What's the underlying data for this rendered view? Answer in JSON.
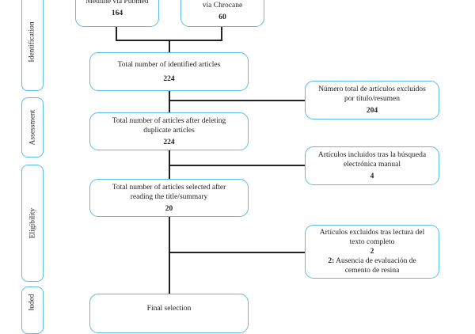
{
  "stages": {
    "identification": "Identification",
    "assessment": "Assessment",
    "eligibility": "Eligibility",
    "included": "luded"
  },
  "sources": [
    {
      "text": "Medline via Pubmed",
      "count": "164"
    },
    {
      "text": "vía Chrocane",
      "count": "60"
    }
  ],
  "identified": {
    "text": "Total number of identified articles",
    "count": "224"
  },
  "excluded_title": {
    "line1": "Número total de artículos excluidos",
    "line2": "por título/resumen",
    "count": "204"
  },
  "after_duplicates": {
    "line1": "Total number of articles after deleting",
    "line2": "duplicate articles",
    "count": "224"
  },
  "manual_search": {
    "line1": "Artículos incluidos tras la búsqueda",
    "line2": "electrónica manual",
    "count": "4"
  },
  "selected": {
    "line1": "Total number of articles selected after",
    "line2": "reading the title/summary",
    "count": "20"
  },
  "excluded_fulltext": {
    "line1": "Artículos excluidos tras lectura del",
    "line2": "texto completo",
    "count": "2",
    "reason_count": "2:",
    "reason_line1": "Ausencia de evaluación de",
    "reason_line2": "cemento de resina"
  },
  "final": {
    "text": "Final selection"
  }
}
